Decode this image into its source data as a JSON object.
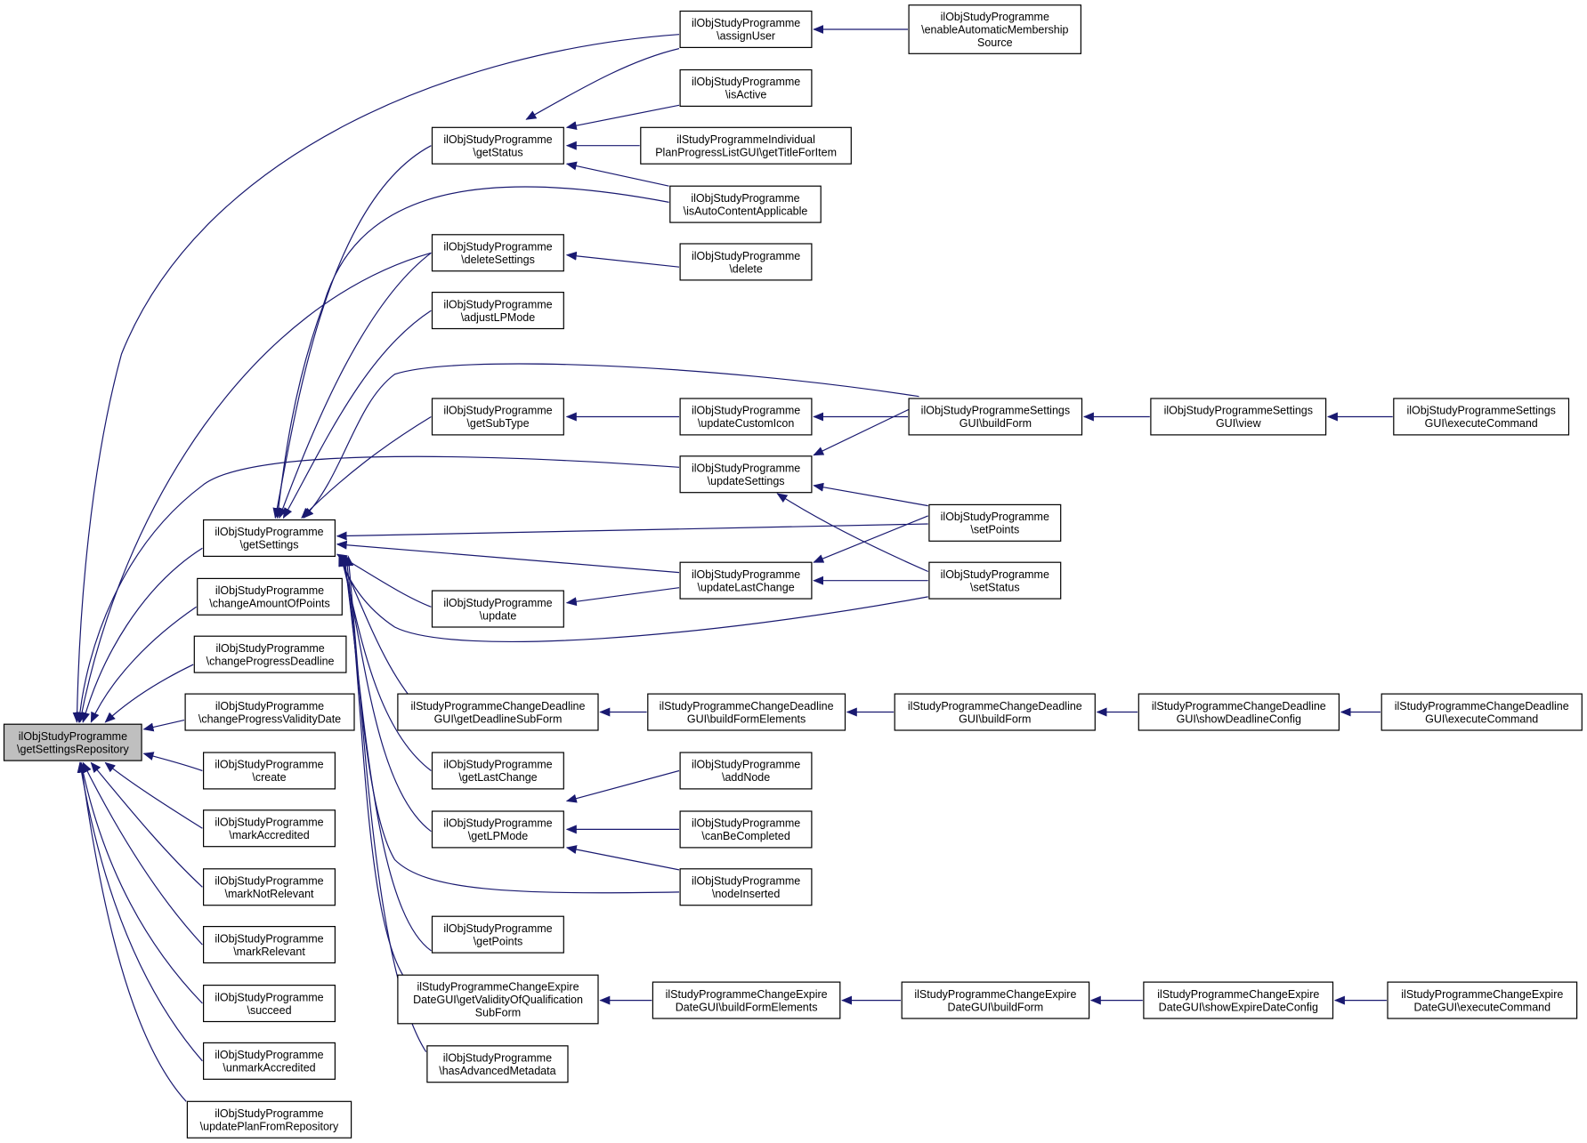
{
  "graph": {
    "edge_color": "#191970",
    "root_fill": "#bfbfbf",
    "nodes": [
      {
        "id": "getSettingsRepository",
        "lines": [
          "ilObjStudyProgramme",
          "\\getSettingsRepository"
        ]
      },
      {
        "id": "getStatus",
        "lines": [
          "ilObjStudyProgramme",
          "\\getStatus"
        ]
      },
      {
        "id": "deleteSettings",
        "lines": [
          "ilObjStudyProgramme",
          "\\deleteSettings"
        ]
      },
      {
        "id": "adjustLPMode",
        "lines": [
          "ilObjStudyProgramme",
          "\\adjustLPMode"
        ]
      },
      {
        "id": "getSubType",
        "lines": [
          "ilObjStudyProgramme",
          "\\getSubType"
        ]
      },
      {
        "id": "getSettings",
        "lines": [
          "ilObjStudyProgramme",
          "\\getSettings"
        ]
      },
      {
        "id": "changeAmountOfPoints",
        "lines": [
          "ilObjStudyProgramme",
          "\\changeAmountOfPoints"
        ]
      },
      {
        "id": "changeProgressDeadline",
        "lines": [
          "ilObjStudyProgramme",
          "\\changeProgressDeadline"
        ]
      },
      {
        "id": "changeProgressValidityDate",
        "lines": [
          "ilObjStudyProgramme",
          "\\changeProgressValidityDate"
        ]
      },
      {
        "id": "create",
        "lines": [
          "ilObjStudyProgramme",
          "\\create"
        ]
      },
      {
        "id": "markAccredited",
        "lines": [
          "ilObjStudyProgramme",
          "\\markAccredited"
        ]
      },
      {
        "id": "markNotRelevant",
        "lines": [
          "ilObjStudyProgramme",
          "\\markNotRelevant"
        ]
      },
      {
        "id": "markRelevant",
        "lines": [
          "ilObjStudyProgramme",
          "\\markRelevant"
        ]
      },
      {
        "id": "succeed",
        "lines": [
          "ilObjStudyProgramme",
          "\\succeed"
        ]
      },
      {
        "id": "unmarkAccredited",
        "lines": [
          "ilObjStudyProgramme",
          "\\unmarkAccredited"
        ]
      },
      {
        "id": "updatePlanFromRepository",
        "lines": [
          "ilObjStudyProgramme",
          "\\updatePlanFromRepository"
        ]
      },
      {
        "id": "update",
        "lines": [
          "ilObjStudyProgramme",
          "\\update"
        ]
      },
      {
        "id": "getDeadlineSubForm",
        "lines": [
          "ilStudyProgrammeChangeDeadline",
          "GUI\\getDeadlineSubForm"
        ]
      },
      {
        "id": "getLastChange",
        "lines": [
          "ilObjStudyProgramme",
          "\\getLastChange"
        ]
      },
      {
        "id": "getLPMode",
        "lines": [
          "ilObjStudyProgramme",
          "\\getLPMode"
        ]
      },
      {
        "id": "getPoints",
        "lines": [
          "ilObjStudyProgramme",
          "\\getPoints"
        ]
      },
      {
        "id": "getValidityOfQualificationSubForm",
        "lines": [
          "ilStudyProgrammeChangeExpire",
          "DateGUI\\getValidityOfQualification",
          "SubForm"
        ]
      },
      {
        "id": "hasAdvancedMetadata",
        "lines": [
          "ilObjStudyProgramme",
          "\\hasAdvancedMetadata"
        ]
      },
      {
        "id": "assignUser",
        "lines": [
          "ilObjStudyProgramme",
          "\\assignUser"
        ]
      },
      {
        "id": "isActive",
        "lines": [
          "ilObjStudyProgramme",
          "\\isActive"
        ]
      },
      {
        "id": "getTitleForItem",
        "lines": [
          "ilStudyProgrammeIndividual",
          "PlanProgressListGUI\\getTitleForItem"
        ]
      },
      {
        "id": "isAutoContentApplicable",
        "lines": [
          "ilObjStudyProgramme",
          "\\isAutoContentApplicable"
        ]
      },
      {
        "id": "delete",
        "lines": [
          "ilObjStudyProgramme",
          "\\delete"
        ]
      },
      {
        "id": "updateCustomIcon",
        "lines": [
          "ilObjStudyProgramme",
          "\\updateCustomIcon"
        ]
      },
      {
        "id": "updateSettings",
        "lines": [
          "ilObjStudyProgramme",
          "\\updateSettings"
        ]
      },
      {
        "id": "updateLastChange",
        "lines": [
          "ilObjStudyProgramme",
          "\\updateLastChange"
        ]
      },
      {
        "id": "deadlineBuildFormElements",
        "lines": [
          "ilStudyProgrammeChangeDeadline",
          "GUI\\buildFormElements"
        ]
      },
      {
        "id": "addNode",
        "lines": [
          "ilObjStudyProgramme",
          "\\addNode"
        ]
      },
      {
        "id": "canBeCompleted",
        "lines": [
          "ilObjStudyProgramme",
          "\\canBeCompleted"
        ]
      },
      {
        "id": "nodeInserted",
        "lines": [
          "ilObjStudyProgramme",
          "\\nodeInserted"
        ]
      },
      {
        "id": "expireBuildFormElements",
        "lines": [
          "ilStudyProgrammeChangeExpire",
          "DateGUI\\buildFormElements"
        ]
      },
      {
        "id": "enableAutomaticMembershipSource",
        "lines": [
          "ilObjStudyProgramme",
          "\\enableAutomaticMembership",
          "Source"
        ]
      },
      {
        "id": "settingsBuildForm",
        "lines": [
          "ilObjStudyProgrammeSettings",
          "GUI\\buildForm"
        ]
      },
      {
        "id": "setPoints",
        "lines": [
          "ilObjStudyProgramme",
          "\\setPoints"
        ]
      },
      {
        "id": "setStatus",
        "lines": [
          "ilObjStudyProgramme",
          "\\setStatus"
        ]
      },
      {
        "id": "deadlineBuildForm",
        "lines": [
          "ilStudyProgrammeChangeDeadline",
          "GUI\\buildForm"
        ]
      },
      {
        "id": "expireBuildForm",
        "lines": [
          "ilStudyProgrammeChangeExpire",
          "DateGUI\\buildForm"
        ]
      },
      {
        "id": "settingsView",
        "lines": [
          "ilObjStudyProgrammeSettings",
          "GUI\\view"
        ]
      },
      {
        "id": "showDeadlineConfig",
        "lines": [
          "ilStudyProgrammeChangeDeadline",
          "GUI\\showDeadlineConfig"
        ]
      },
      {
        "id": "showExpireDateConfig",
        "lines": [
          "ilStudyProgrammeChangeExpire",
          "DateGUI\\showExpireDateConfig"
        ]
      },
      {
        "id": "settingsExecuteCommand",
        "lines": [
          "ilObjStudyProgrammeSettings",
          "GUI\\executeCommand"
        ]
      },
      {
        "id": "deadlineExecuteCommand",
        "lines": [
          "ilStudyProgrammeChangeDeadline",
          "GUI\\executeCommand"
        ]
      },
      {
        "id": "expireExecuteCommand",
        "lines": [
          "ilStudyProgrammeChangeExpire",
          "DateGUI\\executeCommand"
        ]
      }
    ]
  }
}
